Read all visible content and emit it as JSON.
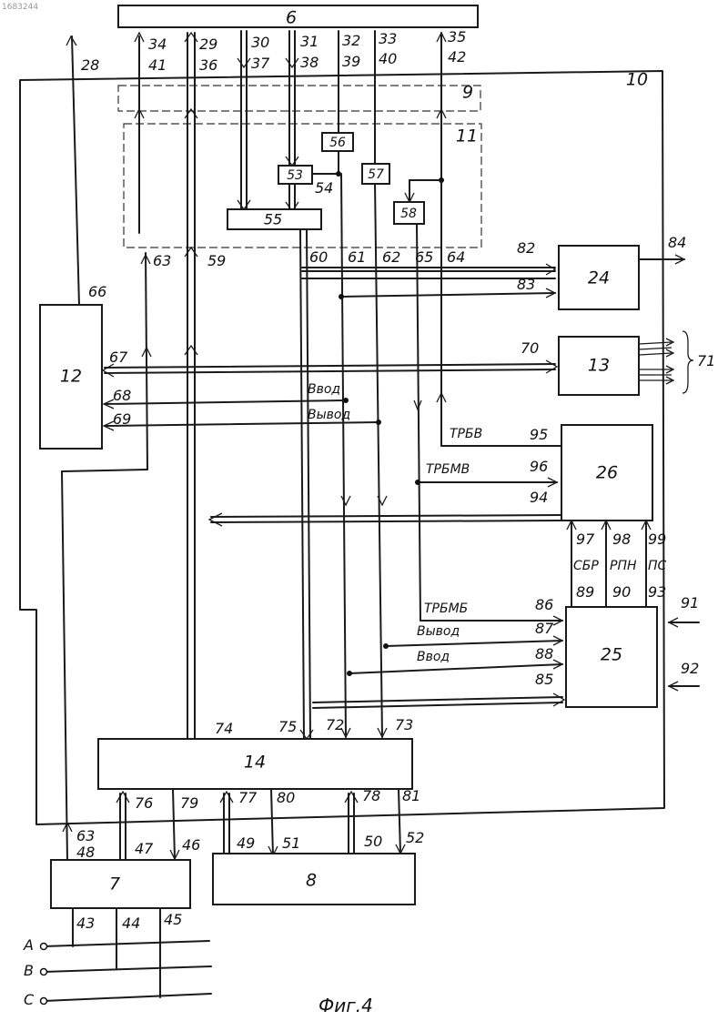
{
  "doc_id": "1683244",
  "caption": "Фиг.4",
  "blocks": {
    "b6": "6",
    "b9": "9",
    "b10": "10",
    "b11": "11",
    "b12": "12",
    "b13": "13",
    "b14": "14",
    "b24": "24",
    "b25": "25",
    "b26": "26",
    "b53": "53",
    "b55": "55",
    "b56": "56",
    "b57": "57",
    "b58": "58",
    "b7": "7",
    "b8": "8"
  },
  "labels": {
    "l28": "28",
    "l29": "29",
    "l30": "30",
    "l31": "31",
    "l32": "32",
    "l33": "33",
    "l34": "34",
    "l35": "35",
    "l36": "36",
    "l37": "37",
    "l38": "38",
    "l39": "39",
    "l40": "40",
    "l41": "41",
    "l42": "42",
    "l43": "43",
    "l44": "44",
    "l45": "45",
    "l46": "46",
    "l47": "47",
    "l48": "48",
    "l49": "49",
    "l50": "50",
    "l51": "51",
    "l52": "52",
    "l54": "54",
    "l59": "59",
    "l60": "60",
    "l61": "61",
    "l62": "62",
    "l63a": "63",
    "l63b": "63",
    "l64": "64",
    "l65": "65",
    "l66": "66",
    "l67": "67",
    "l68": "68",
    "l69": "69",
    "l70": "70",
    "l71": "71",
    "l72": "72",
    "l73": "73",
    "l74": "74",
    "l75": "75",
    "l76": "76",
    "l77": "77",
    "l78": "78",
    "l79": "79",
    "l80": "80",
    "l81": "81",
    "l82": "82",
    "l83": "83",
    "l84": "84",
    "l85": "85",
    "l86": "86",
    "l87": "87",
    "l88": "88",
    "l89": "89",
    "l90": "90",
    "l91": "91",
    "l92": "92",
    "l93": "93",
    "l94": "94",
    "l95": "95",
    "l96": "96",
    "l97": "97",
    "l98": "98",
    "l99": "99"
  },
  "signals": {
    "vvod1": "Ввод",
    "vyvod1": "Вывод",
    "trbv": "ТРБВ",
    "trbmv": "ТРБМВ",
    "trbmb": "ТРБМБ",
    "vyvod2": "Вывод",
    "vvod2": "Ввод",
    "sbr": "СБР",
    "rpn": "РПН",
    "ps": "ПС"
  },
  "terminals": {
    "a": "A",
    "b": "B",
    "c": "C"
  }
}
